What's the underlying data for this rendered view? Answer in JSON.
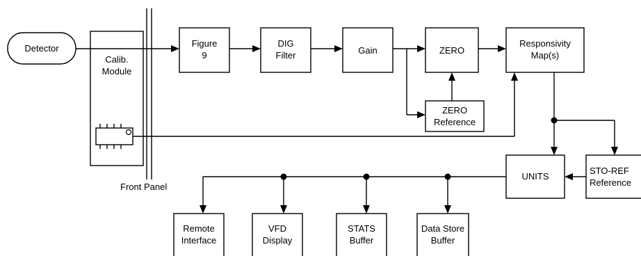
{
  "blocks": {
    "detector": {
      "lines": [
        "Detector"
      ]
    },
    "calib": {
      "lines": [
        "Calib.",
        "Module"
      ]
    },
    "figure9": {
      "lines": [
        "Figure",
        "9"
      ]
    },
    "dig_filter": {
      "lines": [
        "DIG",
        "Filter"
      ]
    },
    "gain": {
      "lines": [
        "Gain"
      ]
    },
    "zero": {
      "lines": [
        "ZERO"
      ]
    },
    "zero_ref": {
      "lines": [
        "ZERO",
        "Reference"
      ]
    },
    "responsivity": {
      "lines": [
        "Responsivity",
        "Map(s)"
      ]
    },
    "units": {
      "lines": [
        "UNITS"
      ]
    },
    "sto_ref": {
      "lines": [
        "STO-REF",
        "Reference"
      ]
    },
    "remote": {
      "lines": [
        "Remote",
        "Interface"
      ]
    },
    "vfd": {
      "lines": [
        "VFD",
        "Display"
      ]
    },
    "stats": {
      "lines": [
        "STATS",
        "Buffer"
      ]
    },
    "datastore": {
      "lines": [
        "Data Store",
        "Buffer"
      ]
    }
  },
  "front_panel_label": "Front Panel"
}
